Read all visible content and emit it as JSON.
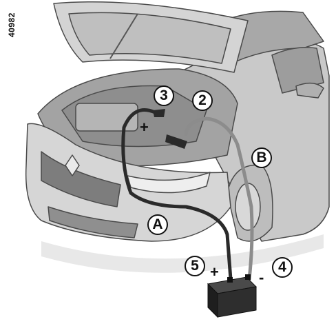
{
  "reference_id": "40982",
  "callouts": {
    "c1": "3",
    "c2": "2",
    "c3": "B",
    "c4": "A",
    "c5": "5",
    "c6": "4"
  },
  "signs": {
    "engine_positive": "+",
    "battery_positive": "+",
    "battery_negative": "-"
  },
  "colors": {
    "car_body": "#cfcfcf",
    "car_shadow": "#9a9a9a",
    "outline": "#4a4a4a",
    "cable_a": "#2a2a2a",
    "cable_b": "#8c8c8c",
    "battery": "#333333"
  }
}
